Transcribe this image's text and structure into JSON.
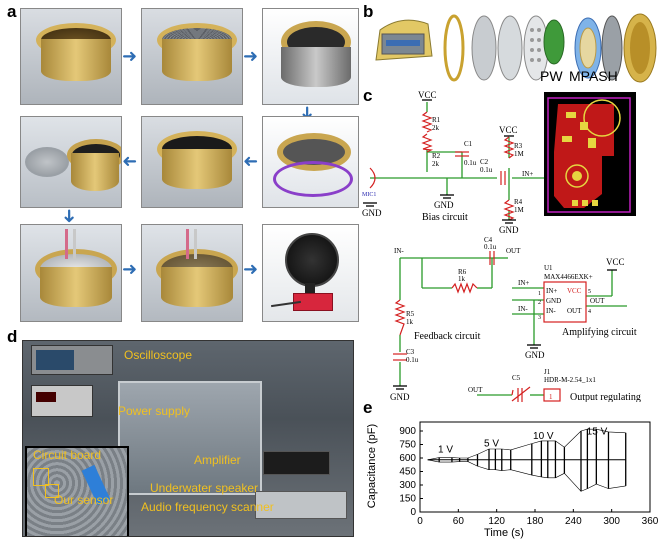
{
  "panels": {
    "a": "a",
    "b": "b",
    "c": "c",
    "d": "d",
    "e": "e"
  },
  "panel_b": {
    "pw_label": "PW",
    "mpash_label": "MPASH"
  },
  "schematic": {
    "vcc": "VCC",
    "gnd": "GND",
    "r1": "R1",
    "r1v": "2k",
    "r2": "R2",
    "r2v": "2k",
    "c1": "C1",
    "c1v": "0.1u",
    "c2": "C2",
    "c2v": "0.1u",
    "r3": "R3",
    "r3v": "1M",
    "r4": "R4",
    "r4v": "1M",
    "in_plus": "IN+",
    "mic": "MIC1",
    "bias": "Bias circuit",
    "in_minus": "IN-",
    "c4": "C4",
    "c4v": "0.1u",
    "out": "OUT",
    "r6": "R6",
    "r6v": "1k",
    "r5": "R5",
    "r5v": "1k",
    "c3": "C3",
    "c3v": "0.1u",
    "feedback": "Feedback circuit",
    "u1": "U1",
    "part": "MAX4466EXK+",
    "pin_inp": "IN+",
    "pin_gnd": "GND",
    "pin_inm": "IN-",
    "pin_vcc": "VCC",
    "pin_out": "OUT",
    "p1": "1",
    "p2": "2",
    "p3": "3",
    "p4": "4",
    "p5": "5",
    "amplifying": "Amplifying circuit",
    "c5": "C5",
    "j1": "J1",
    "connector": "HDR-M-2.54_1x1",
    "pin1": "1",
    "output": "Output regulating"
  },
  "panel_d": {
    "oscilloscope": "Oscilloscope",
    "power_supply": "Power supply",
    "amplifier": "Amplifier",
    "circuit_board": "Circuit board",
    "our_sensor": "Our sensor",
    "underwater_speaker": "Underwater speaker",
    "audio_scanner": "Audio frequency scanner"
  },
  "chart_data": {
    "type": "line",
    "xlabel": "Time (s)",
    "ylabel": "Capacitance (pF)",
    "xlim": [
      0,
      360
    ],
    "ylim": [
      0,
      1000
    ],
    "xticks": [
      0,
      60,
      120,
      180,
      240,
      300,
      360
    ],
    "yticks": [
      0,
      150,
      300,
      450,
      600,
      750,
      900
    ],
    "baseline": 580,
    "annotations": [
      {
        "text": "1 V",
        "x": 40,
        "y": 660
      },
      {
        "text": "5 V",
        "x": 112,
        "y": 730
      },
      {
        "text": "10 V",
        "x": 193,
        "y": 810
      },
      {
        "text": "15 V",
        "x": 277,
        "y": 860
      }
    ],
    "series": [
      {
        "values": [
          [
            12,
            580
          ],
          [
            30,
            605
          ],
          [
            50,
            605
          ],
          [
            62,
            600
          ],
          [
            75,
            600
          ],
          [
            90,
            640
          ],
          [
            108,
            700
          ],
          [
            118,
            700
          ],
          [
            128,
            700
          ],
          [
            142,
            690
          ],
          [
            175,
            760
          ],
          [
            190,
            790
          ],
          [
            200,
            790
          ],
          [
            212,
            790
          ],
          [
            226,
            720
          ],
          [
            252,
            900
          ],
          [
            262,
            920
          ],
          [
            276,
            920
          ],
          [
            295,
            890
          ],
          [
            322,
            880
          ]
        ]
      },
      {
        "values": [
          [
            12,
            580
          ],
          [
            30,
            555
          ],
          [
            50,
            555
          ],
          [
            62,
            560
          ],
          [
            75,
            560
          ],
          [
            90,
            510
          ],
          [
            108,
            470
          ],
          [
            118,
            470
          ],
          [
            128,
            460
          ],
          [
            142,
            470
          ],
          [
            175,
            410
          ],
          [
            190,
            390
          ],
          [
            200,
            380
          ],
          [
            212,
            380
          ],
          [
            226,
            430
          ],
          [
            252,
            230
          ],
          [
            262,
            260
          ],
          [
            276,
            310
          ],
          [
            295,
            260
          ],
          [
            322,
            290
          ]
        ]
      }
    ]
  }
}
